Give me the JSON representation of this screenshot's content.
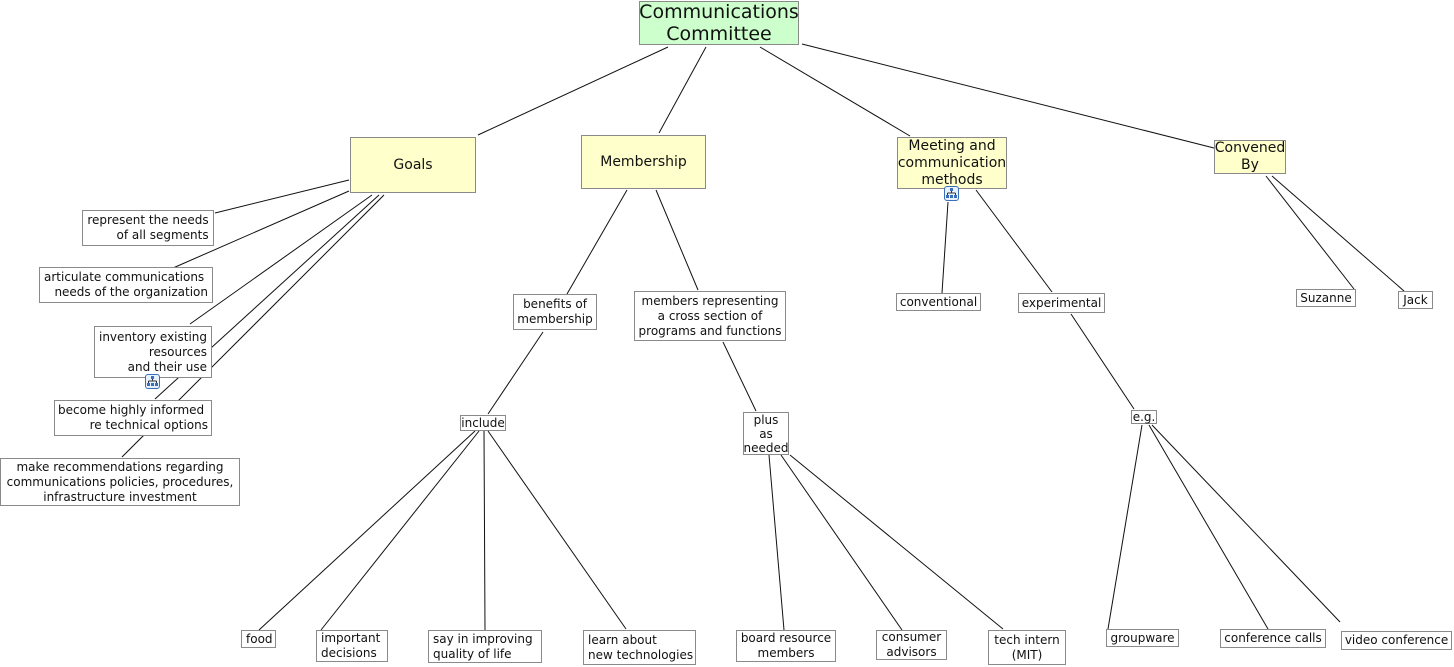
{
  "root": {
    "label": "Communications\nCommittee"
  },
  "concepts": {
    "goals": "Goals",
    "membership": "Membership",
    "meeting": "Meeting and\ncommunication\nmethods",
    "convened": "Convened\nBy"
  },
  "goals_items": [
    "represent the needs\nof all segments",
    "articulate communications \nneeds of the organization",
    "inventory existing\nresources\nand their use",
    "become highly informed \nre technical options",
    "make recommendations regarding\ncommunications policies, procedures,\ninfrastructure investment"
  ],
  "membership": {
    "benefits": "benefits of\nmembership",
    "members_rep": "members representing\na cross section of\nprograms and functions",
    "include": "include",
    "plus_as_needed": "plus\nas\nneeded",
    "benefit_items": [
      "food",
      "important\ndecisions",
      "say in improving\nquality of life",
      "learn about\nnew technologies"
    ],
    "member_items": [
      "board resource\nmembers",
      "consumer\nadvisors",
      "tech intern\n(MIT)"
    ]
  },
  "meeting": {
    "conventional": "conventional",
    "experimental": "experimental",
    "eg": "e.g.",
    "examples": [
      "groupware",
      "conference calls",
      "video conference"
    ]
  },
  "convened_by": [
    "Suzanne",
    "Jack"
  ],
  "icons": {
    "submap_icon_1": "concept-map-link-icon",
    "submap_icon_2": "concept-map-link-icon"
  },
  "colors": {
    "root_fill": "#ccffcc",
    "concept_fill": "#ffffcc",
    "node_border": "#8a8a8a",
    "icon_border": "#3a6fb8"
  }
}
